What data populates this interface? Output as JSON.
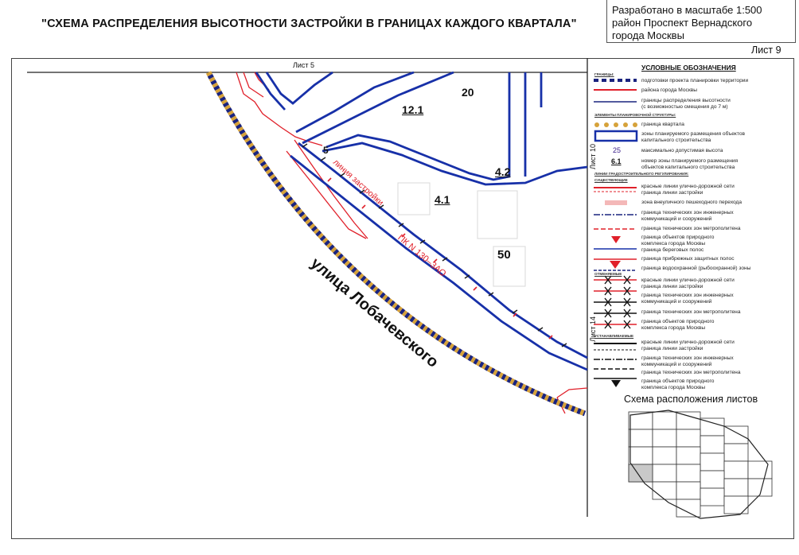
{
  "header": {
    "title": "\"СХЕМА РАСПРЕДЕЛЕНИЯ ВЫСОТНОСТИ ЗАСТРОЙКИ В ГРАНИЦАХ КАЖДОГО КВАРТАЛА\"",
    "stamp_lines": [
      "Разработано в масштабе 1:500",
      "район Проспект Вернадского",
      "города Москвы"
    ],
    "sheet_label": "Лист 9"
  },
  "map": {
    "sheet_refs": {
      "top": "Лист 5",
      "right_top": "Лист 10",
      "right_bottom": "Лист 14"
    },
    "zones": [
      "12.1",
      "20",
      "4.2",
      "4.1",
      "50",
      "5"
    ],
    "street_name": "улица Лобачевского",
    "building_line_label": "линия застройки",
    "pk_label": "ПК N 130–ЗАО"
  },
  "legend": {
    "title": "УСЛОВНЫЕ ОБОЗНАЧЕНИЯ",
    "section_borders": "ГРАНИЦЫ:",
    "items_borders": [
      "подготовки проекта планировки территории",
      "района города Москвы",
      "границы распределения высотности",
      "(с возможностью смещения до 7 м)"
    ],
    "section_elements": "ЭЛЕМЕНТЫ ПЛАНИРОВОЧНОЙ СТРУКТУРЫ:",
    "items_elements": [
      "граница квартала",
      "зоны планируемого размещения объектов",
      "капитального строительства"
    ],
    "height_sample": "25",
    "height_desc": "максимально допустимая высота",
    "zone_sample": "6.1",
    "zone_desc": [
      "номер зоны планируемого размещения",
      "объектов капитального строительства"
    ],
    "section_lines": "ЛИНИИ ГРАДОСТРОИТЕЛЬНОГО РЕГУЛИРОВАНИЯ:",
    "sub_existing": "СУЩЕСТВУЮЩИЕ",
    "items_lines": [
      "красные линии улично-дорожной сети",
      "граница линии застройки",
      "зона внеуличного пешеходного перехода",
      "граница технических зон инженерных",
      "коммуникаций и сооружений",
      "граница технических зон метрополитена",
      "граница объектов природного",
      "комплекса города Москвы",
      "граница береговых полос",
      "граница прибрежных защитных полос",
      "граница водоохранной (рыбоохранной) зоны"
    ],
    "sub_cancelled": "ОТМЕНЯЕМЫЕ",
    "items_cancelled": [
      "красные линии улично-дорожной сети",
      "граница линии застройки",
      "граница технических зон инженерных",
      "коммуникаций и сооружений",
      "граница технических зон метрополитена",
      "граница объектов природного",
      "комплекса города Москвы"
    ],
    "sub_established": "УСТАНАВЛИВАЕМЫЕ",
    "items_established": [
      "красные линии улично-дорожной сети",
      "граница линии застройки",
      "граница технических зон инженерных",
      "коммуникаций и сооружений",
      "граница технических зон метрополитена",
      "граница объектов природного",
      "комплекса города Москвы"
    ]
  },
  "minimap": {
    "title": "Схема расположения листов"
  },
  "colors": {
    "blue": "#1730a8",
    "red": "#e0202a",
    "gold": "#d6a23a",
    "navy": "#1a237e"
  }
}
